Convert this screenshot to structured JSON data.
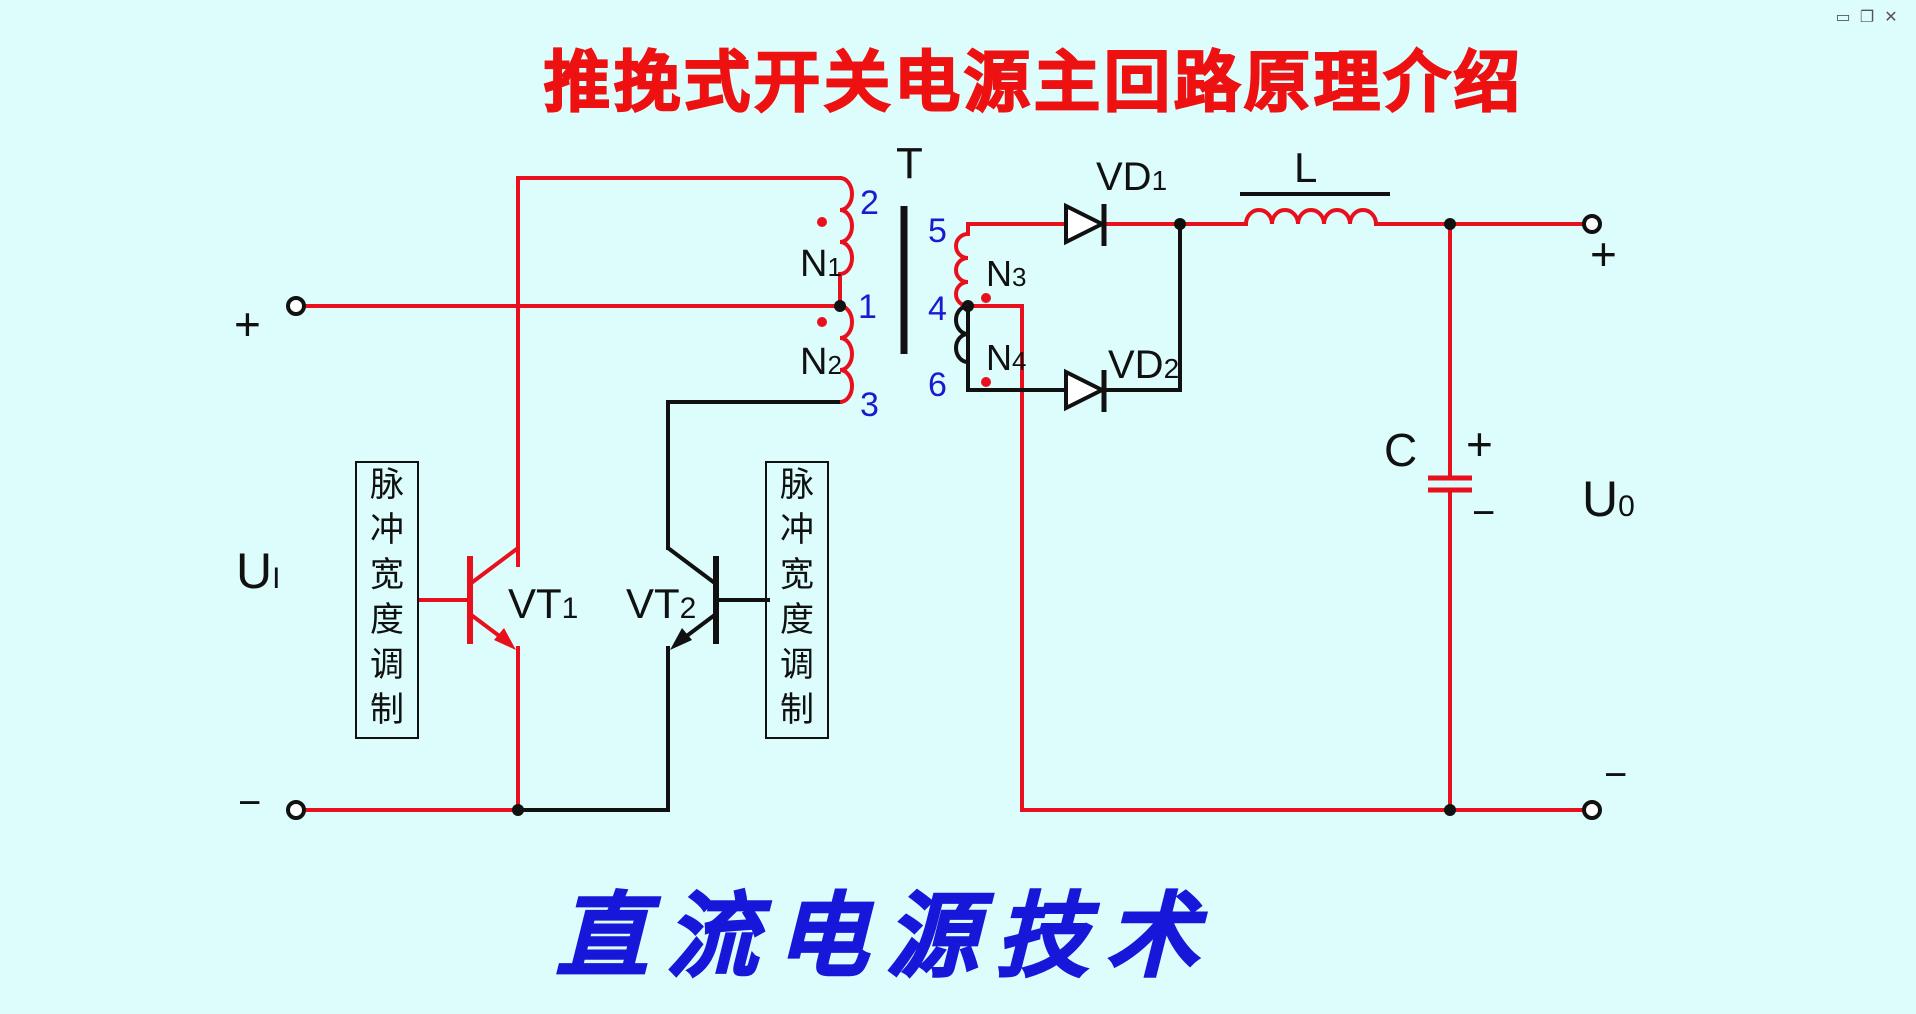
{
  "window": {
    "minimize_icon": "minimize-icon",
    "restore_icon": "restore-icon",
    "close_icon": "close-icon",
    "minimize_glyph": "▭",
    "restore_glyph": "❐",
    "close_glyph": "✕"
  },
  "title": "推挽式开关电源主回路原理介绍",
  "footer": "直流电源技术",
  "labels": {
    "T": "T",
    "L": "L",
    "VD1_base": "VD",
    "VD1_sub": "1",
    "VD2_base": "VD",
    "VD2_sub": "2",
    "N1_base": "N",
    "N1_sub": "1",
    "N2_base": "N",
    "N2_sub": "2",
    "N3_base": "N",
    "N3_sub": "3",
    "N4_base": "N",
    "N4_sub": "4",
    "VT1_base": "VT",
    "VT1_sub": "1",
    "VT2_base": "VT",
    "VT2_sub": "2",
    "C": "C",
    "Ui_base": "U",
    "Ui_sub": "I",
    "Uo_base": "U",
    "Uo_sub": "0",
    "in_plus": "+",
    "in_minus": "−",
    "out_plus": "+",
    "out_minus": "−",
    "cap_plus": "+",
    "cap_minus": "−"
  },
  "pins": [
    "2",
    "1",
    "3",
    "5",
    "4",
    "6"
  ],
  "pwm_box": [
    "脉",
    "冲",
    "宽",
    "度",
    "调",
    "制"
  ],
  "colors": {
    "background": "#ddfdfd",
    "wire_red": "#e8101c",
    "wire_black": "#111111",
    "title_red": "#ee1111",
    "footer_blue": "#1717d9",
    "pin_blue": "#1a1ad0"
  }
}
